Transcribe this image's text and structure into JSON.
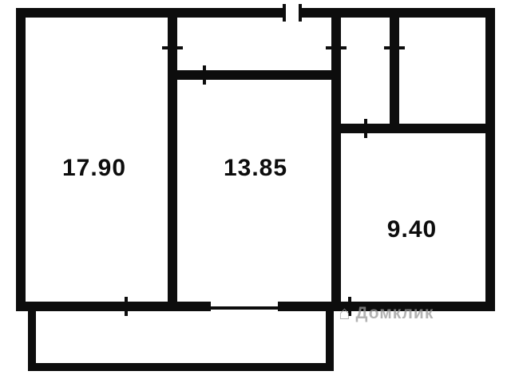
{
  "floorplan": {
    "rooms": [
      {
        "name": "room-1",
        "area": "17.90"
      },
      {
        "name": "room-2",
        "area": "13.85"
      },
      {
        "name": "room-3",
        "area": "9.40"
      }
    ],
    "watermark": {
      "text": "Домклик",
      "icon": "house-icon"
    },
    "colors": {
      "wall": "#0d0d0d",
      "background": "#ffffff",
      "watermark": "#9a9a9a"
    }
  }
}
